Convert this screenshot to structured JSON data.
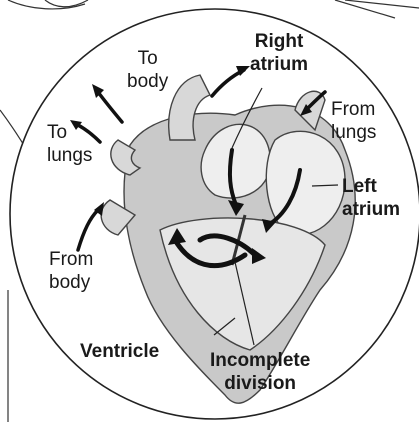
{
  "labels": {
    "to_body": "To\nbody",
    "right_atrium": "Right\natrium",
    "from_lungs": "From\nlungs",
    "to_lungs": "To\nlungs",
    "left_atrium": "Left\natrium",
    "from_body": "From\nbody",
    "ventricle": "Ventricle",
    "incomplete_division": "Incomplete\ndivision"
  }
}
